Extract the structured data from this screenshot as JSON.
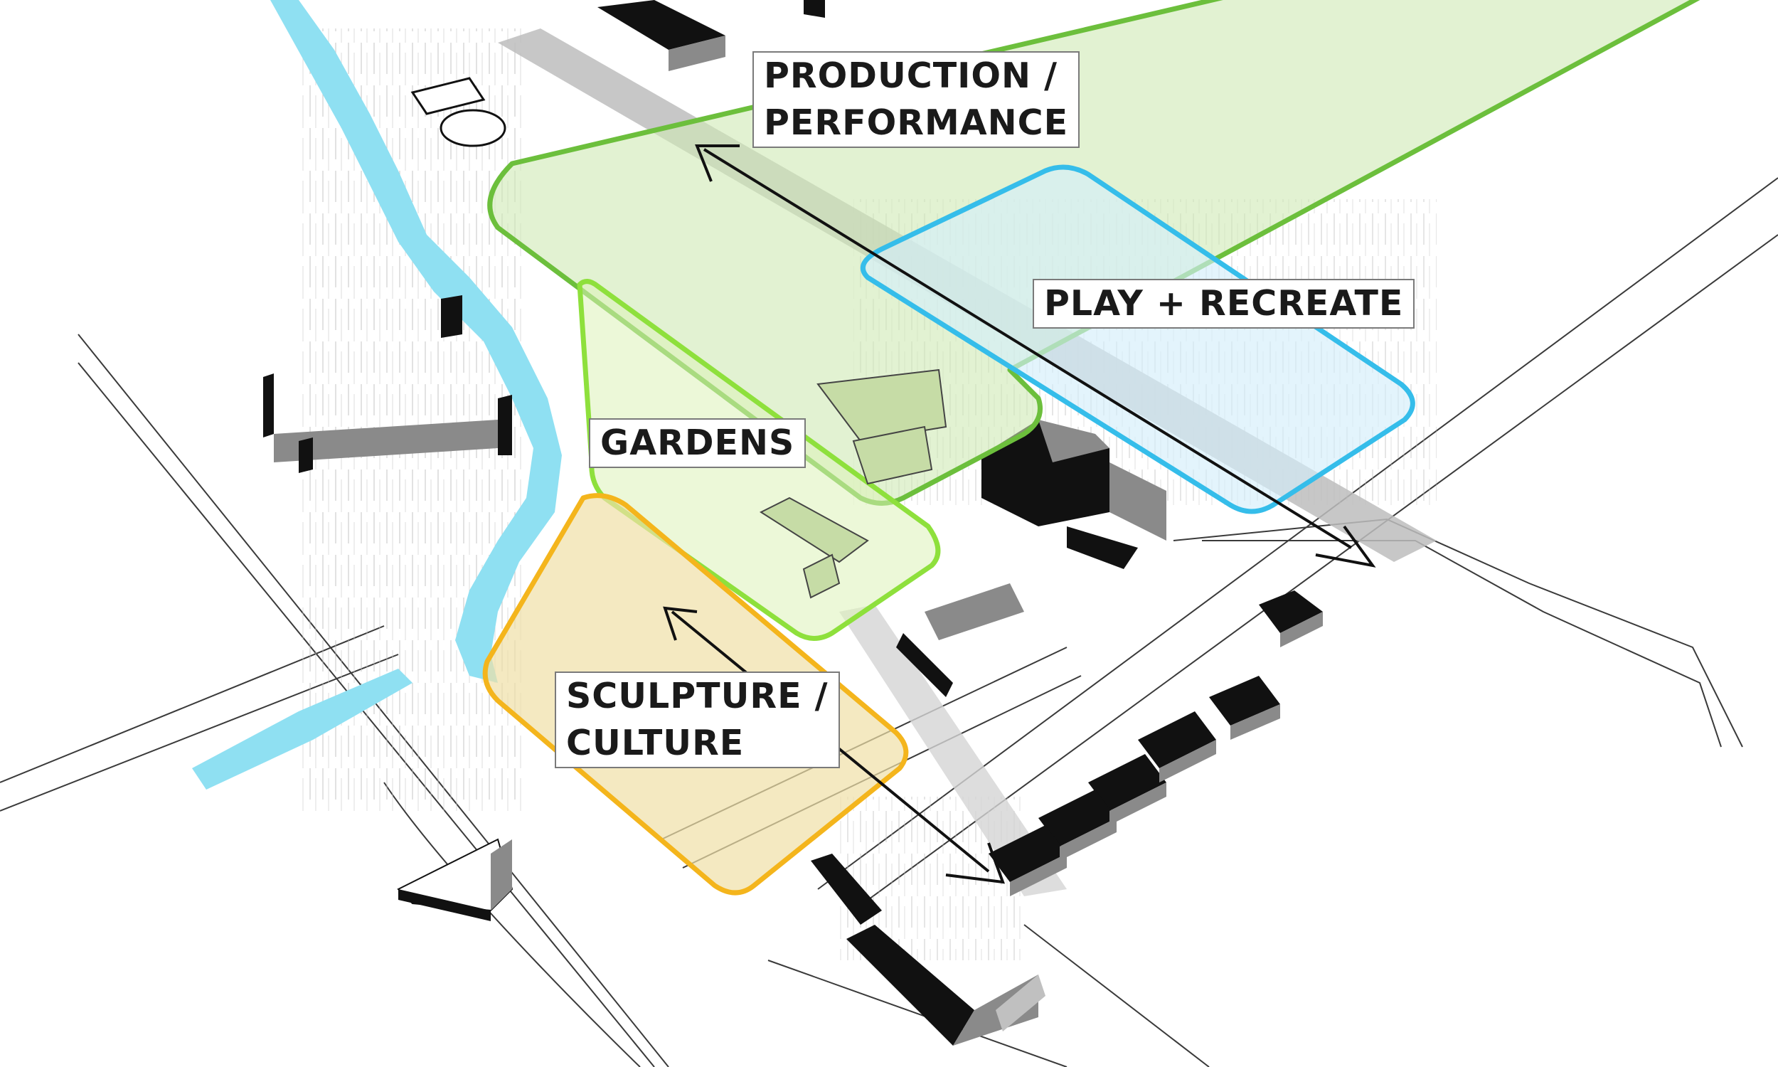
{
  "zones": {
    "production": {
      "line1": "PRODUCTION /",
      "line2": "PERFORMANCE",
      "color": "#6cbf3c",
      "fill": "#cfe9b4"
    },
    "play": {
      "line1": "PLAY + RECREATE",
      "color": "#35bdea",
      "fill": "#d4eefb"
    },
    "gardens": {
      "line1": "GARDENS",
      "color": "#8ee03c",
      "fill": "#dcf3b8"
    },
    "sculpture": {
      "line1": "SCULPTURE /",
      "line2": "CULTURE",
      "color": "#f4b51c",
      "fill": "#efdfa6"
    }
  },
  "colors": {
    "river": "#8fe0f2",
    "path": "#c8c8c8",
    "building_dark": "#111111",
    "building_gray": "#8a8a8a",
    "road_line": "#333333"
  },
  "icons": {
    "arrow": "long-arrow-icon"
  }
}
